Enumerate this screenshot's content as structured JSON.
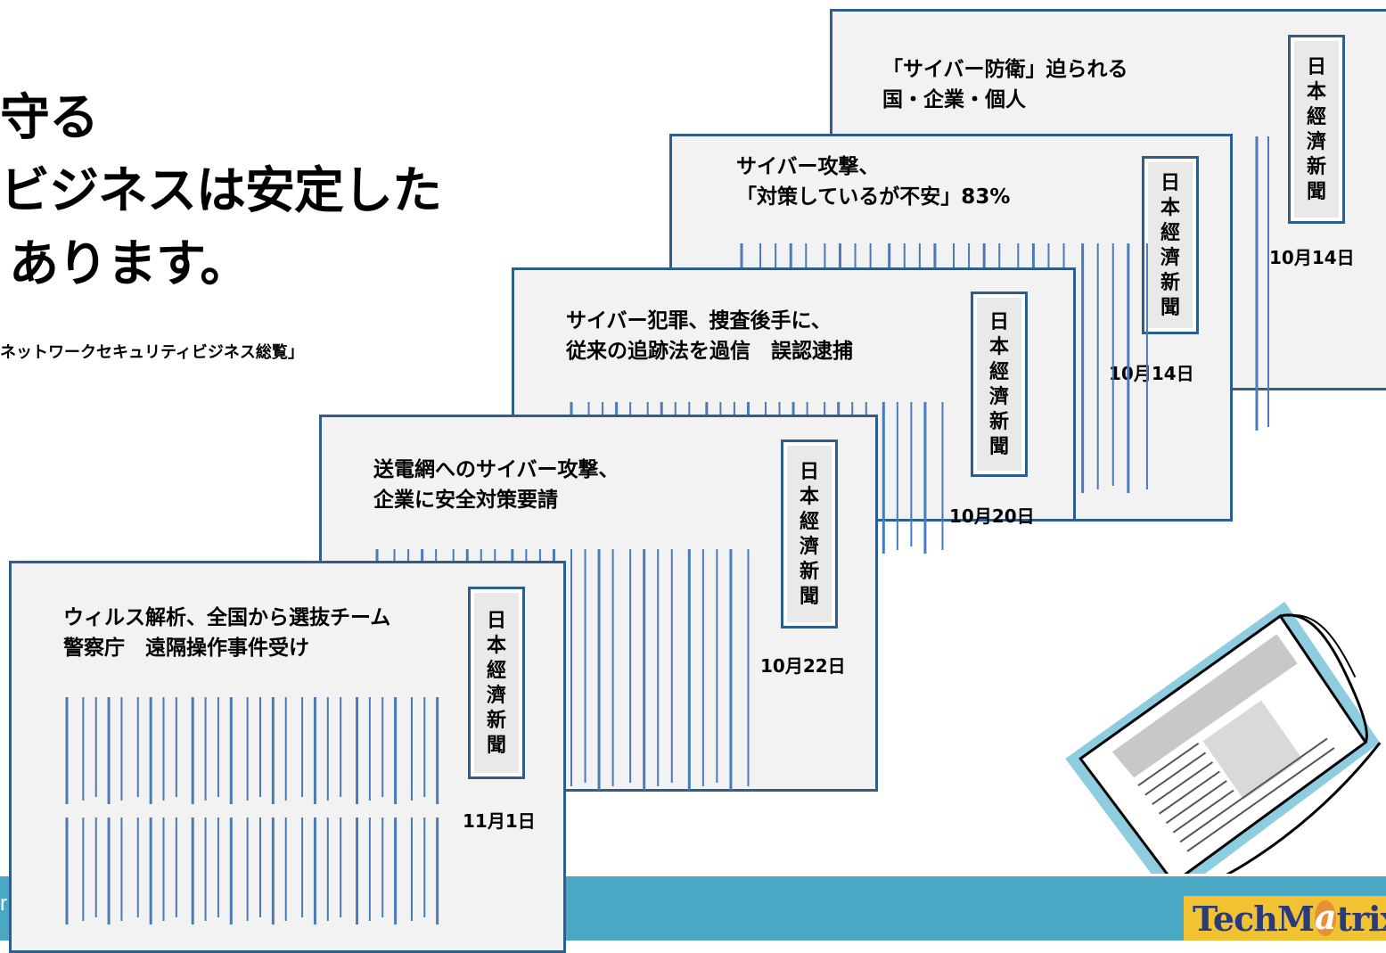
{
  "headline": {
    "line1": "守る",
    "line2": "ビジネスは安定した",
    "line3": "あります。"
  },
  "source": "ネットワークセキュリティビジネス総覧」",
  "masthead_text": "日本經濟新聞",
  "cards": [
    {
      "title1": "「サイバー防衛」迫られる",
      "title2": "国・企業・個人",
      "date": "10月14日"
    },
    {
      "title1": "サイバー攻撃、",
      "title2": "「対策しているが不安」83%",
      "date": "10月14日"
    },
    {
      "title1": "サイバー犯罪、捜査後手に、",
      "title2": "従来の追跡法を過信　誤認逮捕",
      "date": "10月20日"
    },
    {
      "title1": "送電網へのサイバー攻撃、",
      "title2": "企業に安全対策要請",
      "date": "10月22日"
    },
    {
      "title1": "ウィルス解析、全国から選抜チーム",
      "title2": "警察庁　遠隔操作事件受け",
      "date": "11月1日"
    }
  ],
  "footer": {
    "text": "r"
  },
  "logo": {
    "pre": "TechM",
    "alpha": "a",
    "post": "trix"
  },
  "colors": {
    "card_border": "#2f5d8c",
    "footer_bar": "#4ba8c4",
    "logo_bg": "#f1c232",
    "text_lines": "#4a7ab8"
  }
}
